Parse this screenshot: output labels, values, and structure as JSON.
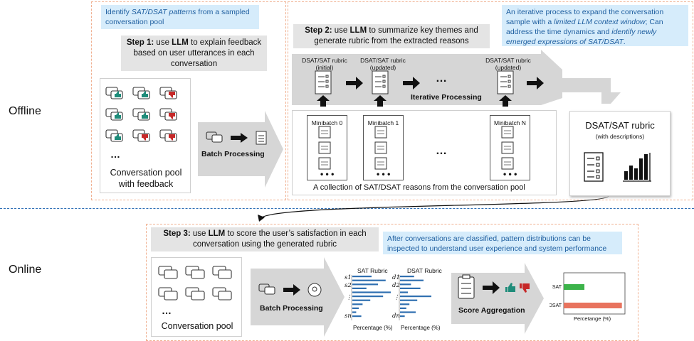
{
  "phases": {
    "offline": "Offline",
    "online": "Online"
  },
  "callouts": {
    "top_left": {
      "pre": "Identify ",
      "em": "SAT/DSAT patterns",
      "post": " from a sampled conversation pool"
    },
    "top_right": {
      "p1": "An iterative process to expand the conversation sample with a ",
      "em1": "limited LLM context window",
      "p2": "; Can address the time dynamics and ",
      "em2": "identify newly emerged expressions of SAT/DSAT",
      "p3": "."
    },
    "online": "After conversations are classified, pattern distributions can be inspected to understand  user experience and system performance"
  },
  "steps": {
    "step1": {
      "label": "Step 1:",
      "t1": " use ",
      "llm": "LLM",
      "t2": " to explain feedback based on user utterances in each conversation"
    },
    "step2": {
      "label": "Step 2:",
      "t1": " use ",
      "llm": "LLM",
      "t2": " to summarize key themes and generate rubric from the extracted reasons"
    },
    "step3": {
      "label": "Step 3:",
      "t1": " use ",
      "llm": "LLM",
      "t2": " to score the user’s satisfaction  in each conversation using the generated rubric"
    }
  },
  "offline": {
    "pool_caption": "Conversation pool with feedback",
    "batch_processing": "Batch Processing",
    "rubric_initial": "DSAT/SAT rubric (initial)",
    "rubric_updated_1": "DSAT/SAT rubric (updated)",
    "rubric_updated_2": "DSAT/SAT rubric (updated)",
    "iterative_processing": "Iterative Processing",
    "ellipsis": "…",
    "minibatches": [
      "Minibatch 0",
      "Minibatch 1",
      "Minibatch N"
    ],
    "collection_caption": "A collection of SAT/DSAT reasons from the conversation pool",
    "rubric_box_title": "DSAT/SAT rubric",
    "rubric_box_sub": "(with descriptions)"
  },
  "online": {
    "pool_caption": "Conversation pool",
    "batch_processing": "Batch Processing",
    "sat_rubric": "SAT Rubric",
    "dsat_rubric": "DSAT Rubric",
    "percentage": "Percentage (%)",
    "s_labels": [
      "s1",
      "s2",
      "⋮",
      "sn"
    ],
    "d_labels": [
      "d1",
      "d2",
      "⋮",
      "dn"
    ],
    "score_aggregation": "Score Aggregation"
  },
  "result_chart": {
    "categories": [
      "SAT",
      "DSAT"
    ],
    "values": [
      27,
      76
    ],
    "xlabel": "Percetange (%)",
    "colors": {
      "SAT": "#3cb34a",
      "DSAT": "#e8735e"
    }
  },
  "colors": {
    "thumb_up": "#1f8c7a",
    "thumb_down": "#c62828",
    "bar_blue": "#2f6fb0",
    "arrow_grey": "#d6d6d6"
  }
}
